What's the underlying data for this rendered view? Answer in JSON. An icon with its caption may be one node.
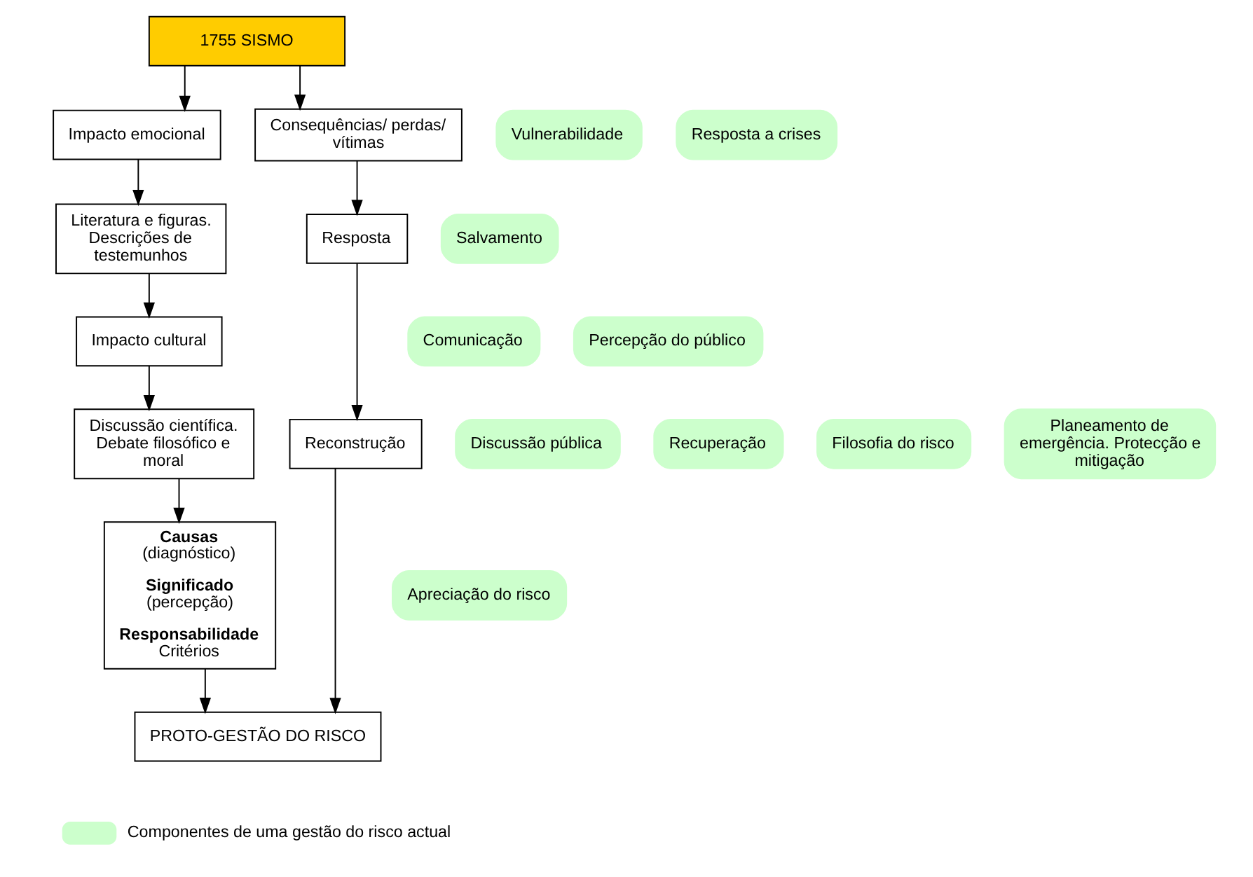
{
  "diagram": {
    "nodes": [
      {
        "text": [
          "1755 SISMO"
        ]
      },
      {
        "text": [
          "Impacto emocional"
        ]
      },
      {
        "text": [
          "Literatura e figuras. Descrições de testemunhos"
        ]
      },
      {
        "text": [
          "Consequências/ perdas/ vítimas"
        ]
      },
      {
        "text": [
          "Vulnerabilidade"
        ]
      },
      {
        "text": [
          "Impacto cultural"
        ]
      },
      {
        "text": [
          "Comunicação"
        ]
      },
      {
        "text": [
          "Resposta a crises"
        ]
      },
      {
        "text": [
          "Resposta"
        ]
      },
      {
        "text": [
          "Percepção do público"
        ]
      },
      {
        "text": [
          "Discussão pública"
        ]
      },
      {
        "text": [
          "Salvamento"
        ]
      },
      {
        "text": [
          "Discussão científica. Debate filosófico e moral"
        ]
      },
      {
        "text": [
          "Reconstrução"
        ]
      },
      {
        "text": [
          "Recuperação"
        ]
      },
      {
        "text": [
          "Filosofia do risco"
        ]
      },
      {
        "text": [
          "Planeamento de emergência. Protecção e mitigação"
        ]
      },
      {
        "text": [
          "**Causas** (diagnóstico)",
          "**Significado** (percepção)",
          "**Responsabilidade** Critérios"
        ]
      },
      {
        "text": [
          "PROTO-GESTÃO DO RISCO"
        ]
      },
      {
        "text": [
          "Apreciação do risco"
        ]
      }
    ],
    "edges": [
      {
        "from": 0,
        "to": 3,
        "arrow": "to"
      },
      {
        "from": 0,
        "to": 1,
        "arrow": "to"
      },
      {
        "from": 1,
        "to": 2,
        "arrow": "to"
      },
      {
        "from": 2,
        "to": 5,
        "arrow": "to"
      },
      {
        "from": 3,
        "to": 8,
        "arrow": "to"
      },
      {
        "from": 8,
        "to": 13,
        "arrow": "to"
      },
      {
        "from": 13,
        "to": 18,
        "arrow": "to"
      },
      {
        "from": 5,
        "to": 12,
        "arrow": "to"
      },
      {
        "from": 12,
        "to": 17,
        "arrow": "to"
      },
      {
        "from": 17,
        "to": 18,
        "arrow": "to"
      }
    ],
    "legend": [
      {
        "text": "Componentes de uma gestão do risco actual",
        "color": "#ccffcc"
      }
    ]
  }
}
